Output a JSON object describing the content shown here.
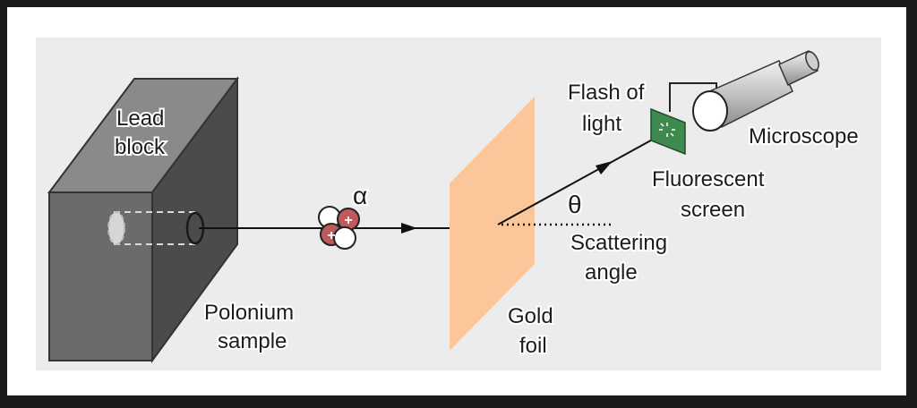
{
  "labels": {
    "lead_block_1": "Lead",
    "lead_block_2": "block",
    "polonium_1": "Polonium",
    "polonium_2": "sample",
    "alpha": "α",
    "gold_1": "Gold",
    "gold_2": "foil",
    "theta": "θ",
    "scattering_1": "Scattering",
    "scattering_2": "angle",
    "flash_1": "Flash of",
    "flash_2": "light",
    "fluorescent_1": "Fluorescent",
    "fluorescent_2": "screen",
    "microscope": "Microscope"
  },
  "colors": {
    "frame": "#1b1b1b",
    "panel": "#ececec",
    "block_front": "#6b6b6b",
    "block_top": "#8a8a8a",
    "block_side": "#4b4b4b",
    "foil": "#fbc699",
    "screen": "#3f8a4f",
    "proton": "#c05a5a",
    "microscope_body": "#bdbdbd"
  }
}
